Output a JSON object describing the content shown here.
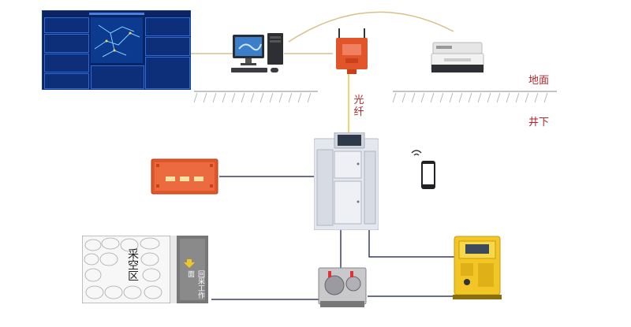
{
  "labels": {
    "ground": "地面",
    "underground": "井下",
    "fiber": "光纤",
    "mining_area": "采空区",
    "recovery_face": "回采工作面"
  },
  "colors": {
    "label_red": "#b3262a",
    "wire_dark": "#3a3f63",
    "fiber_yellow": "#f2d36b",
    "orange_box": "#e2552a",
    "dashboard_blue": "#0a2463"
  }
}
